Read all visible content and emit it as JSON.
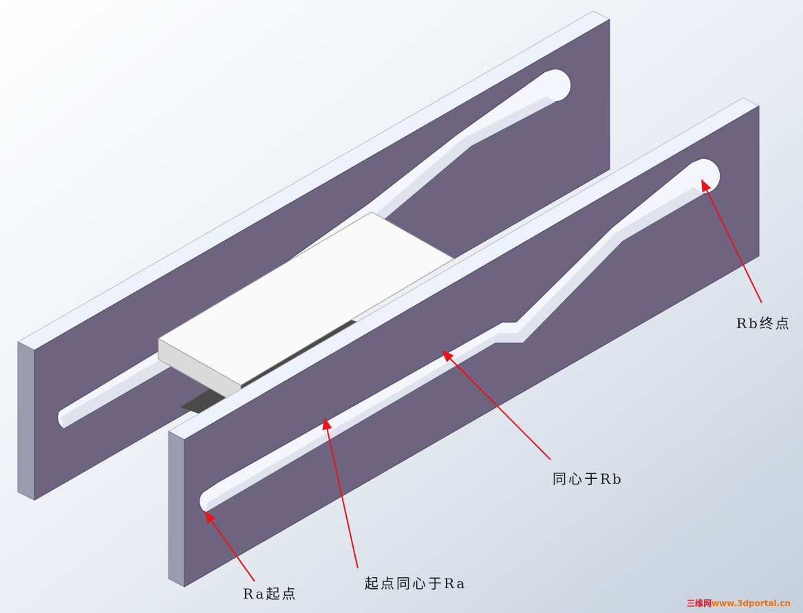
{
  "labels": {
    "rb_end": "Rb终点",
    "concentric_rb": "同心于Rb",
    "start_concentric_ra": "起点同心于Ra",
    "ra_start": "Ra起点"
  },
  "watermark": {
    "name": "三维网",
    "url": "www.3dportal.cn"
  },
  "colors": {
    "plate_face": "#6e6480",
    "plate_edge_light": "#eef2fa",
    "plate_edge_dark": "#9a9caf",
    "block_top": "#fafafa",
    "block_side": "#dadada",
    "annotation_arrow": "#e8141c",
    "background_light": "#ffffff",
    "background_dark": "#c5cfdc"
  }
}
